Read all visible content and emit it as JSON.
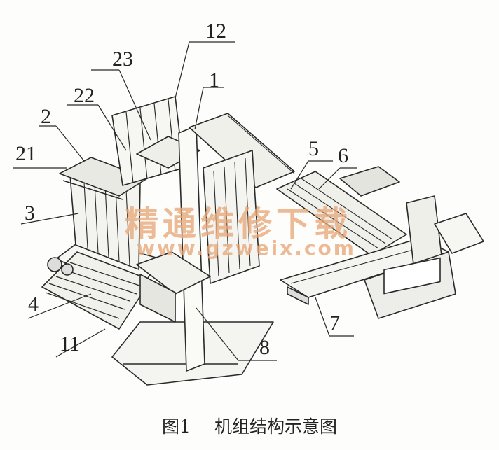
{
  "labels": [
    {
      "id": "12",
      "text": "12"
    },
    {
      "id": "23",
      "text": "23"
    },
    {
      "id": "1",
      "text": "1"
    },
    {
      "id": "22",
      "text": "22"
    },
    {
      "id": "2",
      "text": "2"
    },
    {
      "id": "21",
      "text": "21"
    },
    {
      "id": "5",
      "text": "5"
    },
    {
      "id": "6",
      "text": "6"
    },
    {
      "id": "3",
      "text": "3"
    },
    {
      "id": "4",
      "text": "4"
    },
    {
      "id": "11",
      "text": "11"
    },
    {
      "id": "8",
      "text": "8"
    },
    {
      "id": "7",
      "text": "7"
    }
  ],
  "watermark": {
    "cn": "精通维修下载",
    "url": "www.gzweix.com"
  },
  "caption": {
    "figure": "图1",
    "title": "机组结构示意图"
  }
}
